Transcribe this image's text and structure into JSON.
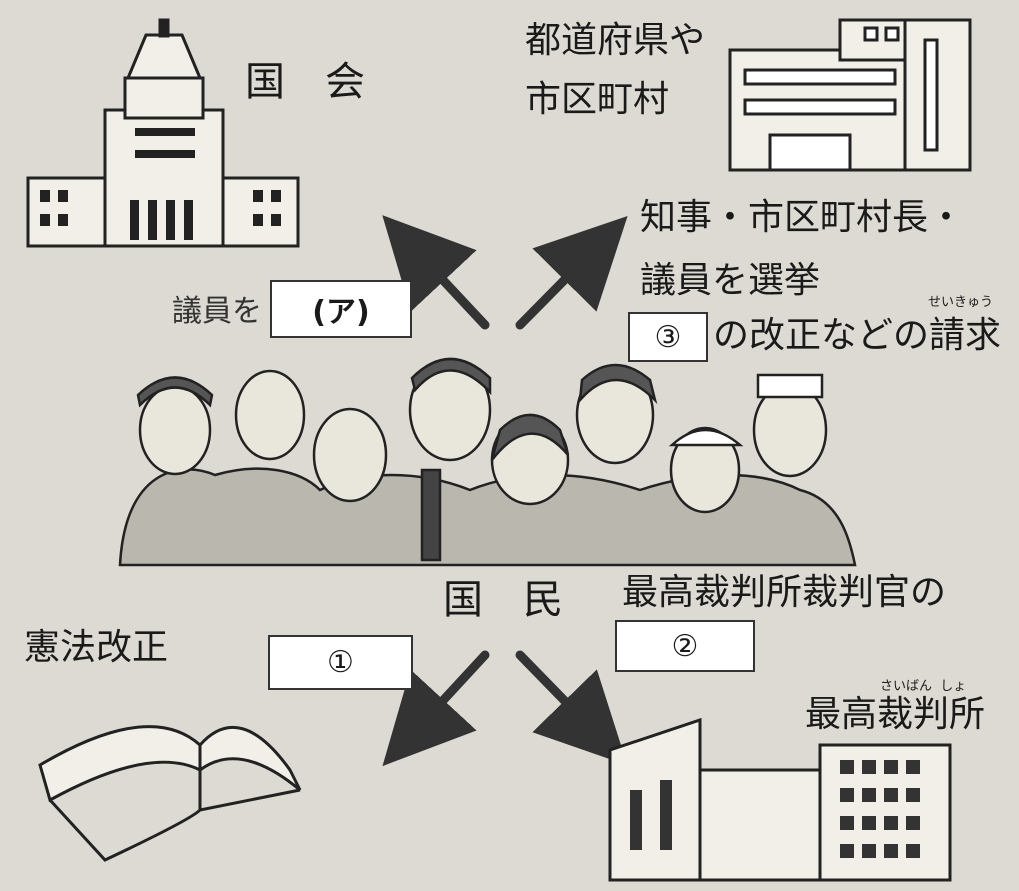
{
  "labels": {
    "diet": "国　会",
    "local_gov": [
      "都道府県や",
      "市区町村"
    ],
    "local_election": [
      "知事・市区町村長・",
      "議員を選挙"
    ],
    "petition_suffix": "の改正などの請求",
    "petition_ruby": "せいきゅう",
    "elect_members_prefix": "議員を",
    "people": "国　民",
    "constitution": "憲法改正",
    "judges_review": "最高裁判所裁判官の",
    "supreme_court": "最高裁判所",
    "supreme_court_ruby": "さいばんしょ",
    "supreme_court_ruby_a": "さいばん",
    "supreme_court_ruby_b": "しょ"
  },
  "blanks": {
    "a": "(ア)",
    "one": "①",
    "two": "②",
    "three": "③"
  },
  "colors": {
    "background": "#dcdad2",
    "arrow": "#333333",
    "box_fill": "#ffffff"
  },
  "icons": [
    "diet-building-icon",
    "office-building-icon",
    "people-group-icon",
    "book-icon",
    "court-building-icon"
  ]
}
